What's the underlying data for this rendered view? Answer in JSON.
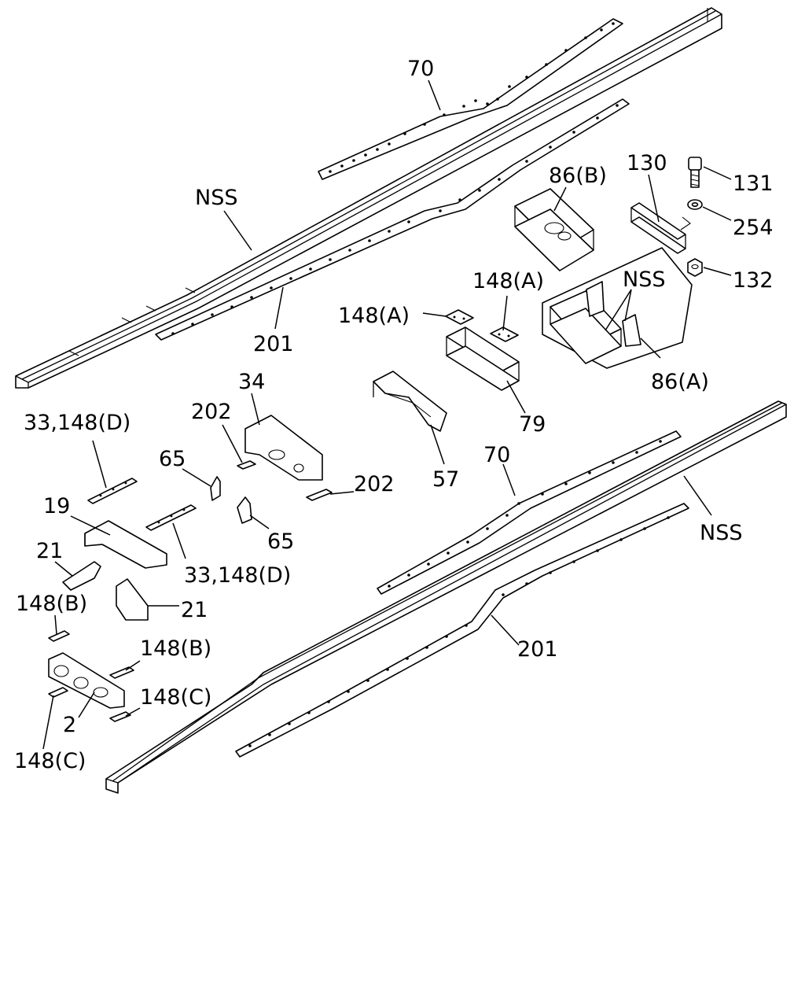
{
  "diagram": {
    "callouts": {
      "c70_top": "70",
      "nss_top": "NSS",
      "c201_top": "201",
      "c86b": "86(B)",
      "c130": "130",
      "c131": "131",
      "c254": "254",
      "c132": "132",
      "nss_box": "NSS",
      "c86a": "86(A)",
      "c148a_right": "148(A)",
      "c148a_left": "148(A)",
      "c79": "79",
      "c57": "57",
      "c34": "34",
      "c202_top": "202",
      "c202_right": "202",
      "c33_148d_top": "33,148(D)",
      "c65_top": "65",
      "c65_bottom": "65",
      "c19": "19",
      "c33_148d_mid": "33,148(D)",
      "c21_top": "21",
      "c21_bottom": "21",
      "c148b_left": "148(B)",
      "c148b_right": "148(B)",
      "c148c_right": "148(C)",
      "c2": "2",
      "c148c_bottom": "148(C)",
      "c70_mid": "70",
      "nss_right": "NSS",
      "c201_bottom": "201"
    }
  }
}
